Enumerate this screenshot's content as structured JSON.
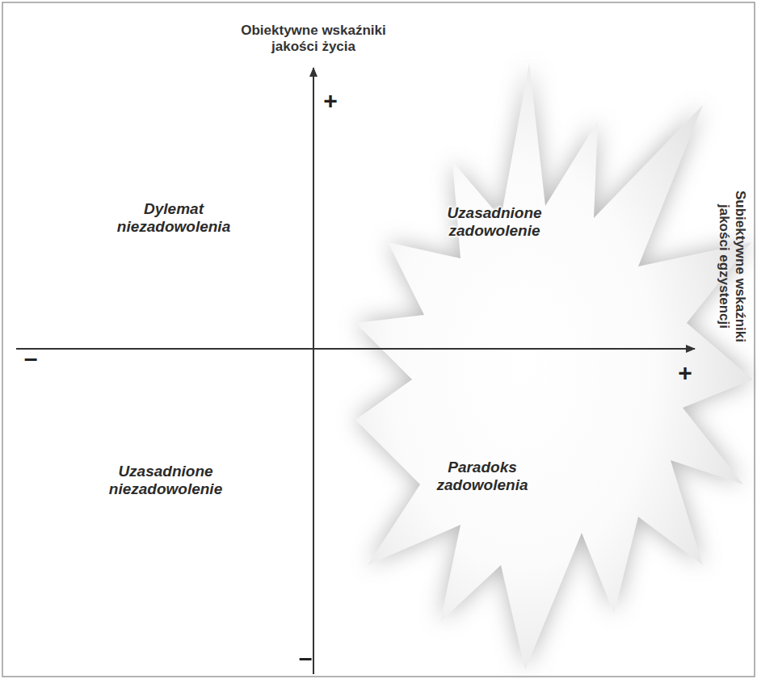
{
  "diagram": {
    "labels": [
      "Obiektywne wskaźniki jakości życia",
      "Subiektywne wskaźniki jakości egzystencji",
      "+",
      "–",
      "–",
      "+",
      "Dylemat niezadowolenia",
      "Uzasadnione zadowolenie",
      "Uzasadnione niezadowolenie",
      "Paradoks zadowolenia"
    ]
  }
}
